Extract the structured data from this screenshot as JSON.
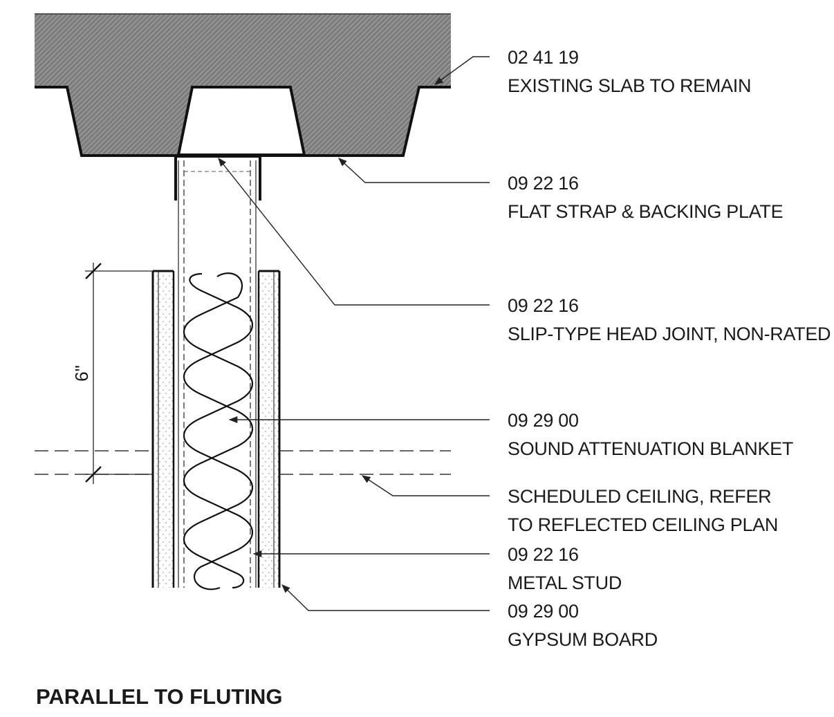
{
  "notes": {
    "slab": {
      "code": "02 41 19",
      "text": "EXISTING SLAB TO REMAIN"
    },
    "strap": {
      "code": "09 22 16",
      "text": "FLAT STRAP & BACKING PLATE"
    },
    "head_joint": {
      "code": "09 22 16",
      "text": "SLIP-TYPE HEAD JOINT, NON-RATED"
    },
    "blanket": {
      "code": "09 29 00",
      "text": "SOUND ATTENUATION BLANKET"
    },
    "ceiling": {
      "line1": "SCHEDULED CEILING, REFER",
      "line2": "TO REFLECTED CEILING PLAN"
    },
    "stud": {
      "code": "09 22 16",
      "text": "METAL STUD"
    },
    "gypsum": {
      "code": "09 29 00",
      "text": "GYPSUM BOARD"
    }
  },
  "dimension": {
    "label": "6\""
  },
  "title": "PARALLEL TO FLUTING",
  "colors": {
    "line": "#1a1a1a",
    "hatch": "#7d7d7d",
    "paper": "#ffffff"
  }
}
